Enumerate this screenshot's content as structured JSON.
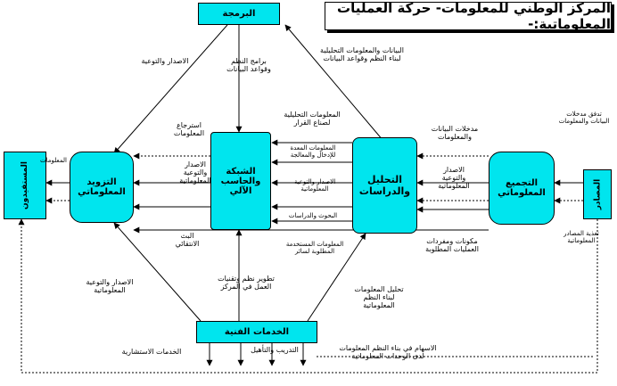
{
  "title": "المركز الوطني للمعلومات- حركة العمليات المعلوماتية:-",
  "nodes": {
    "programming": "البرمجة",
    "network": "الشبكة\nوالحاسب\nالآلي",
    "analysis": "التحليل\nوالدراسات",
    "supply": "التزويد\nالمعلوماتي",
    "gathering": "التجميع\nالمعلوماتي",
    "technical": "الخدمات الفنية",
    "beneficiaries": "المستفيدون",
    "sources": "المصادر"
  },
  "labels": {
    "issue_left": "الاصدار والتوعية",
    "systems_programs": "برامج النظم\nوقواعد البيانات",
    "analytic_data": "البيانات والمعلومات التحليلية\nلبناء النظم وقواعد البيانات",
    "analytic_info": "المعلومات التحليلية\nلصناع القرار",
    "retrieval": "استرجاع\nالمعلومات",
    "data_inputs": "مدخلات البيانات\nوالمعلومات",
    "prepared_info": "المعلومات المعدة\nللإدخال والمعالجة",
    "issue_aware_mid_left": "الاصدار\nوالتوعية\nالمعلوماتية",
    "issue_aware_mid": "الاصدار والتوعية\nالمعلوماتية",
    "issue_aware_right": "الاصدار\nوالتوعية\nالمعلوماتية",
    "research_studies": "البحوث والدراسات",
    "flow_data": "تدفق مدخلات\nالبيانات والمعلومات",
    "info_side": "المعلومات",
    "outsourcing": "البث\nالانتقائي",
    "needed_info": "المعلومات المستخدمة\nالمطلوبة لسائر",
    "components": "مكونات ومفردات\nالعمليات المطلوبة",
    "source_issue": "تغذية المصادر\nالمعلوماتية",
    "issue_bottom_left": "الاصدار والتوعية\nالمعلوماتية",
    "develop": "تطوير نظم وتقنيات\nالعمل في المركز",
    "analyze_build": "تحليل المعلومات\nلبناء النظم\nالمعلوماتية",
    "consulting": "الخدمات الاستشارية",
    "training": "التدريب والتأهيل",
    "contribute": "الاسهام في بناء النظم المعلومات\nلدى الوحدات المعلوماتية"
  }
}
